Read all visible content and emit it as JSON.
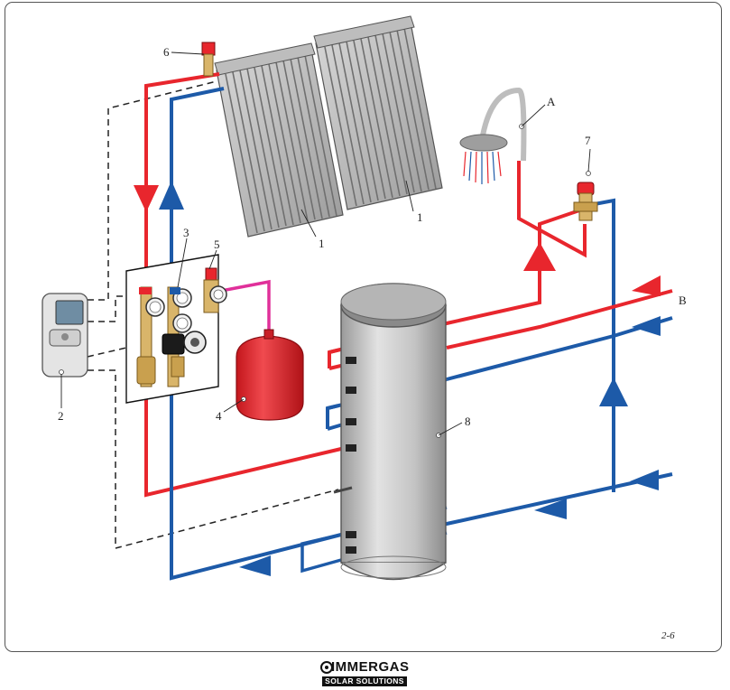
{
  "labels": {
    "collector_a": "1",
    "collector_b": "1",
    "controller": "2",
    "pump_group": "3",
    "expansion_vessel": "4",
    "safety_valve": "5",
    "air_vent": "6",
    "mixing_valve": "7",
    "storage_tank": "8",
    "shower": "A",
    "mains": "B"
  },
  "figure_number": "2-6",
  "logo": {
    "brand": "IMMERGAS",
    "tagline": "SOLAR SOLUTIONS"
  },
  "colors": {
    "hot_line": "#e8262d",
    "cold_line": "#1d5aa8",
    "expansion_line": "#e0309a",
    "tank_body": "#c8c8c8",
    "vessel": "#e8262d"
  }
}
